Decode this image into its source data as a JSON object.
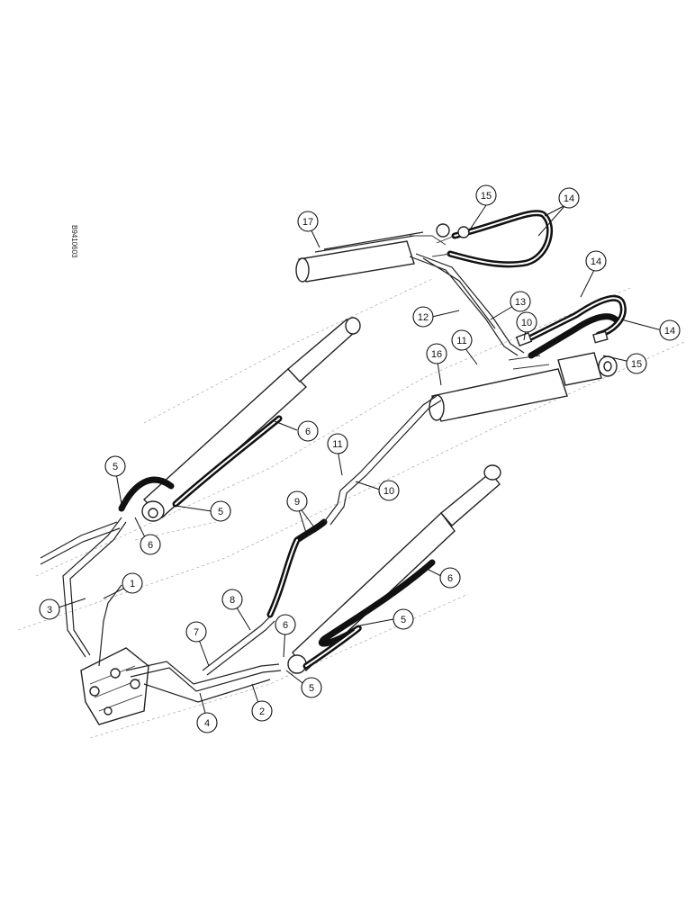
{
  "document_id": "B9410603",
  "callouts": [
    {
      "id": "c1",
      "label": "1"
    },
    {
      "id": "c2",
      "label": "2"
    },
    {
      "id": "c3",
      "label": "3"
    },
    {
      "id": "c4",
      "label": "4"
    },
    {
      "id": "c5a",
      "label": "5"
    },
    {
      "id": "c5b",
      "label": "5"
    },
    {
      "id": "c5c",
      "label": "5"
    },
    {
      "id": "c5d",
      "label": "5"
    },
    {
      "id": "c6a",
      "label": "6"
    },
    {
      "id": "c6b",
      "label": "6"
    },
    {
      "id": "c6c",
      "label": "6"
    },
    {
      "id": "c6d",
      "label": "6"
    },
    {
      "id": "c7",
      "label": "7"
    },
    {
      "id": "c8",
      "label": "8"
    },
    {
      "id": "c9",
      "label": "9"
    },
    {
      "id": "c10a",
      "label": "10"
    },
    {
      "id": "c10b",
      "label": "10"
    },
    {
      "id": "c11a",
      "label": "11"
    },
    {
      "id": "c11b",
      "label": "11"
    },
    {
      "id": "c12",
      "label": "12"
    },
    {
      "id": "c13",
      "label": "13"
    },
    {
      "id": "c14a",
      "label": "14"
    },
    {
      "id": "c14b",
      "label": "14"
    },
    {
      "id": "c14c",
      "label": "14"
    },
    {
      "id": "c15a",
      "label": "15"
    },
    {
      "id": "c15b",
      "label": "15"
    },
    {
      "id": "c16",
      "label": "16"
    },
    {
      "id": "c17",
      "label": "17"
    }
  ]
}
